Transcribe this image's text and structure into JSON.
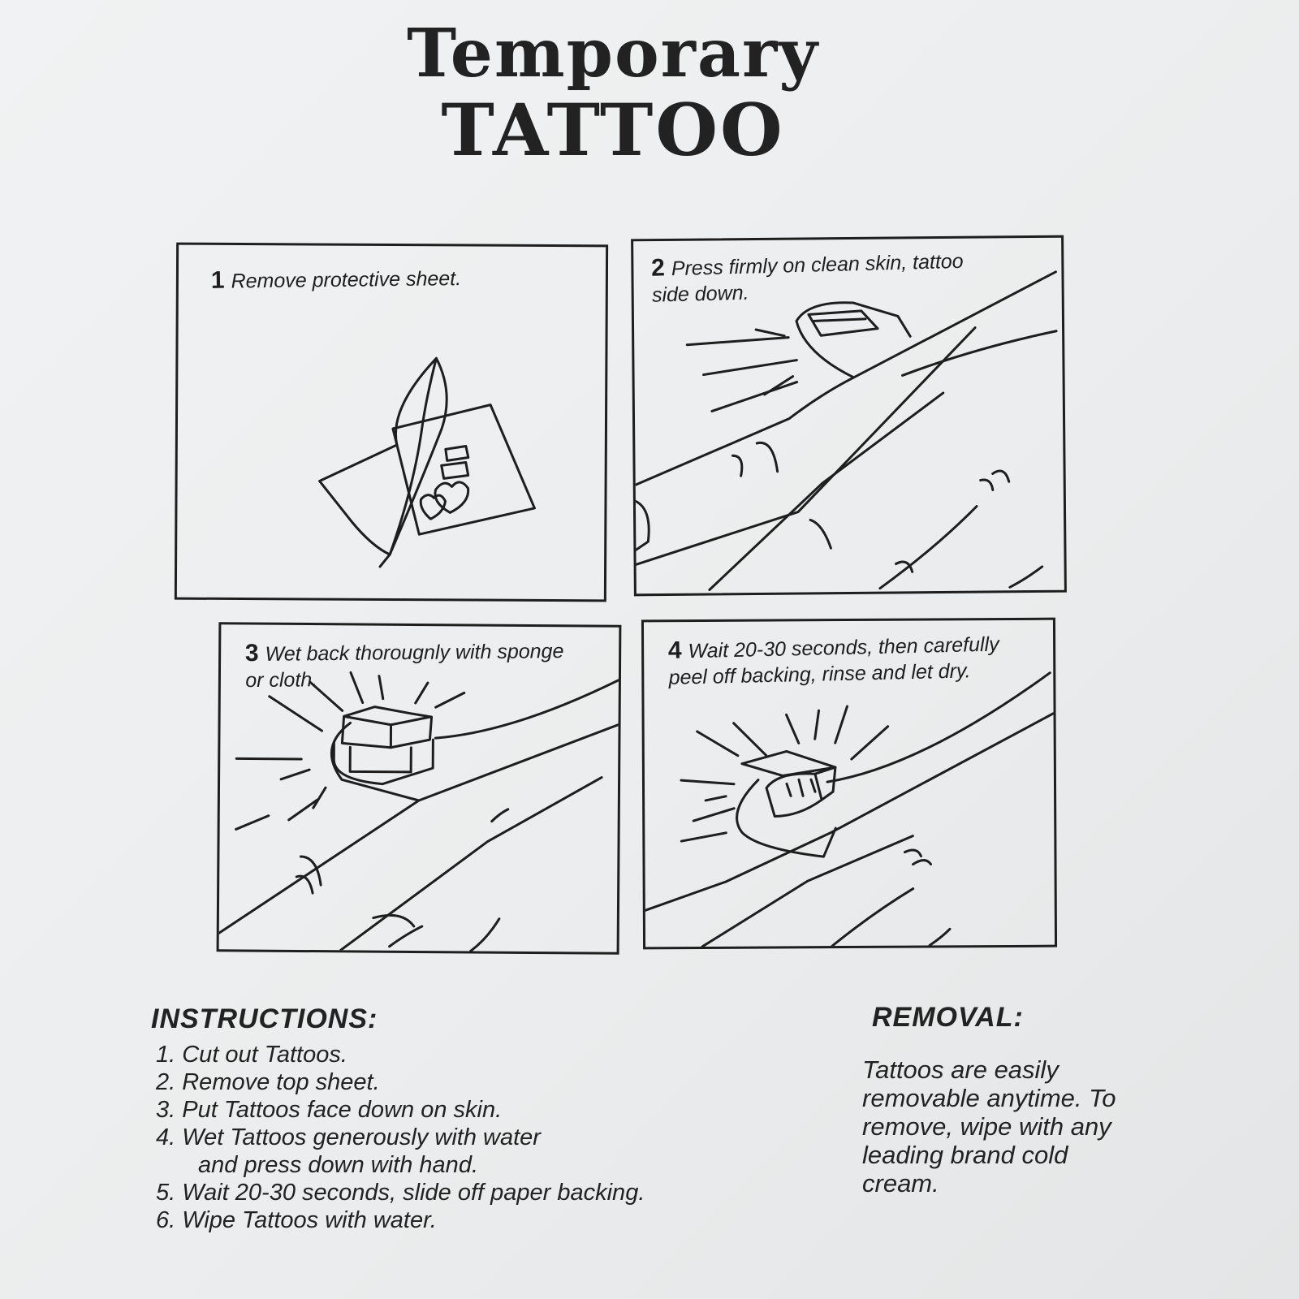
{
  "title": {
    "line1": "Temporary",
    "line2": "TATTOO"
  },
  "steps": [
    {
      "number": "1",
      "text": "Remove protective sheet."
    },
    {
      "number": "2",
      "text": "Press firmly on  clean skin, tattoo side down."
    },
    {
      "number": "3",
      "text": "Wet back thorougnly with sponge or cloth."
    },
    {
      "number": "4",
      "text": "Wait 20-30 seconds, then carefully peel off backing, rinse and let dry."
    }
  ],
  "instructions": {
    "heading": "INSTRUCTIONS:",
    "items": [
      "1. Cut out Tattoos.",
      "2. Remove top sheet.",
      "3. Put Tattoos face down on skin.",
      "4. Wet Tattoos generously with water",
      "and press down with hand.",
      "5. Wait 20-30 seconds, slide off paper backing.",
      "6. Wipe Tattoos with water."
    ]
  },
  "removal": {
    "heading": "REMOVAL:",
    "text": "Tattoos are easily removable anytime. To remove, wipe with any leading brand cold cream."
  },
  "colors": {
    "paper": "#eceeef",
    "ink": "#1e1e1e"
  },
  "icons": [
    "peeling-sheet-illustration",
    "finger-pressing-illustration",
    "sponge-wetting-illustration",
    "peeling-backing-illustration"
  ]
}
